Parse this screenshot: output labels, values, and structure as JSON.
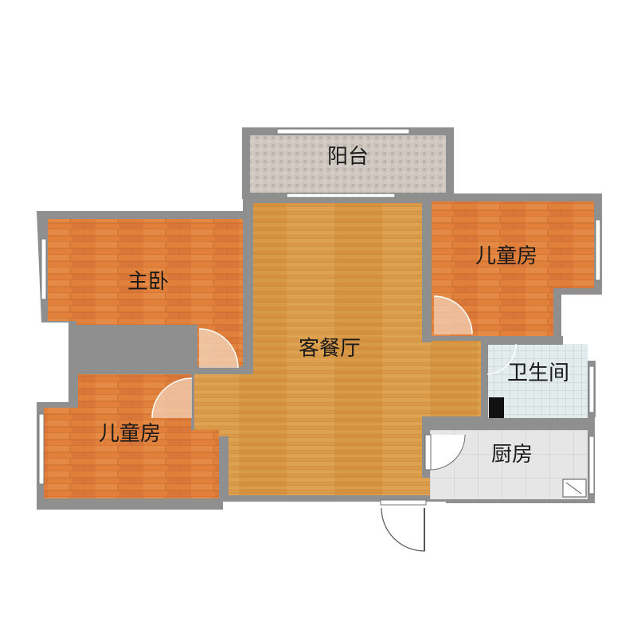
{
  "floor_plan": {
    "rooms": {
      "balcony": "阳台",
      "master_bedroom": "主卧",
      "living_dining": "客餐厅",
      "kids_room_right": "儿童房",
      "kids_room_left": "儿童房",
      "bathroom": "卫生间",
      "kitchen": "厨房"
    },
    "colors": {
      "wall": "#8f8f8f",
      "wood_orange": "#e0803a",
      "wood_light": "#d99a47",
      "balcony_tile": "#c9c2ba",
      "bathroom_tile": "#dfe8e8",
      "kitchen_tile": "#e3e3e3",
      "door_fill": "#f3d2b8"
    }
  }
}
